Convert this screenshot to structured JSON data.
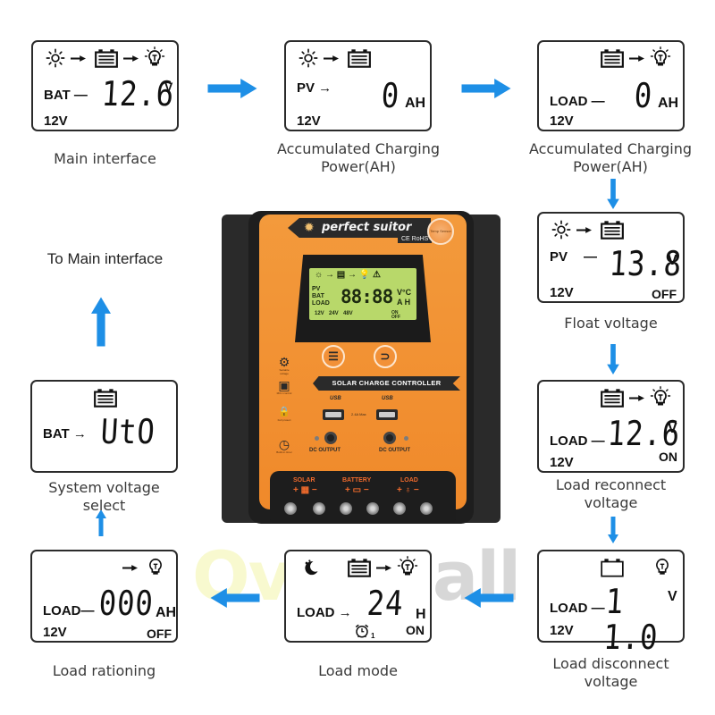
{
  "colors": {
    "arrow": "#1e8fe6",
    "panel_border": "#2b2b2b",
    "controller_orange": "#f0892a",
    "lcd_green": "#b8d86a",
    "terminal_red": "#f06a2c"
  },
  "panels": {
    "main_interface": {
      "icons": [
        "sun-icon",
        "arrow-right",
        "battery-icon",
        "arrow-right",
        "bulb-icon"
      ],
      "label": "BAT —",
      "value": "12.6",
      "unit": "V",
      "system_voltage": "12V",
      "caption": "Main interface"
    },
    "pv_accumulated": {
      "icons": [
        "sun-icon",
        "arrow-right",
        "battery-icon"
      ],
      "label": "PV →",
      "value": "0",
      "unit": "AH",
      "system_voltage": "12V",
      "caption_line1": "Accumulated Charging",
      "caption_line2": "Power(AH)"
    },
    "load_accumulated": {
      "icons": [
        "battery-icon",
        "arrow-right",
        "bulb-icon"
      ],
      "label": "LOAD —",
      "value": "0",
      "unit": "AH",
      "system_voltage": "12V",
      "caption_line1": "Accumulated Charging",
      "caption_line2": "Power(AH)"
    },
    "float_voltage": {
      "icons": [
        "sun-icon",
        "arrow-right",
        "battery-icon"
      ],
      "label": "PV",
      "dash": "—",
      "value": "13.8",
      "unit": "V",
      "system_voltage": "12V",
      "state": "OFF",
      "caption": "Float voltage"
    },
    "load_reconnect": {
      "icons": [
        "battery-icon",
        "arrow-right",
        "bulb-icon"
      ],
      "label": "LOAD —",
      "value": "12.6",
      "unit": "V",
      "system_voltage": "12V",
      "state": "ON",
      "caption_line1": "Load reconnect",
      "caption_line2": "voltage"
    },
    "load_disconnect": {
      "icons": [
        "battery-empty-icon",
        "bulb-icon"
      ],
      "label": "LOAD —",
      "value": "1 1.0",
      "unit": "V",
      "system_voltage": "12V",
      "caption_line1": "Load disconnect",
      "caption_line2": "voltage"
    },
    "load_mode": {
      "icons": [
        "moon-icon",
        "battery-icon",
        "arrow-right",
        "bulb-icon",
        "alarm-clock-icon"
      ],
      "label": "LOAD →",
      "value": "24",
      "unit": "H",
      "timer_index": "1",
      "state": "ON",
      "caption": "Load mode"
    },
    "load_rationing": {
      "icons": [
        "arrow-right",
        "bulb-icon"
      ],
      "label": "LOAD—",
      "value": "000",
      "unit": "AH",
      "system_voltage": "12V",
      "state": "OFF",
      "caption": "Load rationing"
    },
    "system_voltage_select": {
      "icons": [
        "battery-icon"
      ],
      "label": "BAT →",
      "value": "UtO",
      "caption_line1": "System voltage",
      "caption_line2": "select"
    },
    "to_main": {
      "caption": "To Main interface"
    }
  },
  "controller": {
    "brand": "perfect suitor",
    "certs": "CE RoHS",
    "temp_sensor": "Temp Sensor",
    "lcd": {
      "top_icons": "☼ → ▤ → 💡 ⚠",
      "row_labels": [
        "PV",
        "BAT",
        "LOAD"
      ],
      "digits": "88:88",
      "units_top": "V°C",
      "units_bottom": "A H",
      "voltages": [
        "12V",
        "24V",
        "48V"
      ],
      "on_off": "ON OFF"
    },
    "buttons": [
      {
        "name": "menu-button",
        "glyph": "☰"
      },
      {
        "name": "enter-button",
        "glyph": "⊃"
      }
    ],
    "side_icons": [
      {
        "glyph": "⚙",
        "label": "Settable voltage"
      },
      {
        "glyph": "▣",
        "label": "MCU control"
      },
      {
        "glyph": "🔒",
        "label": "Full protect"
      },
      {
        "glyph": "◷",
        "label": "Build-in timer"
      }
    ],
    "banner": "SOLAR CHARGE CONTROLLER",
    "usb_label": "USB",
    "usb_rating": "2.4A Max",
    "dc_output": "DC OUTPUT",
    "terminals": [
      {
        "label": "SOLAR",
        "symbol": "+ ▦ −"
      },
      {
        "label": "BATTERY",
        "symbol": "+ ▭ −"
      },
      {
        "label": "LOAD",
        "symbol": "+ ♁ −"
      }
    ]
  },
  "watermark": {
    "part1": "Over",
    "part2": "Mall"
  }
}
